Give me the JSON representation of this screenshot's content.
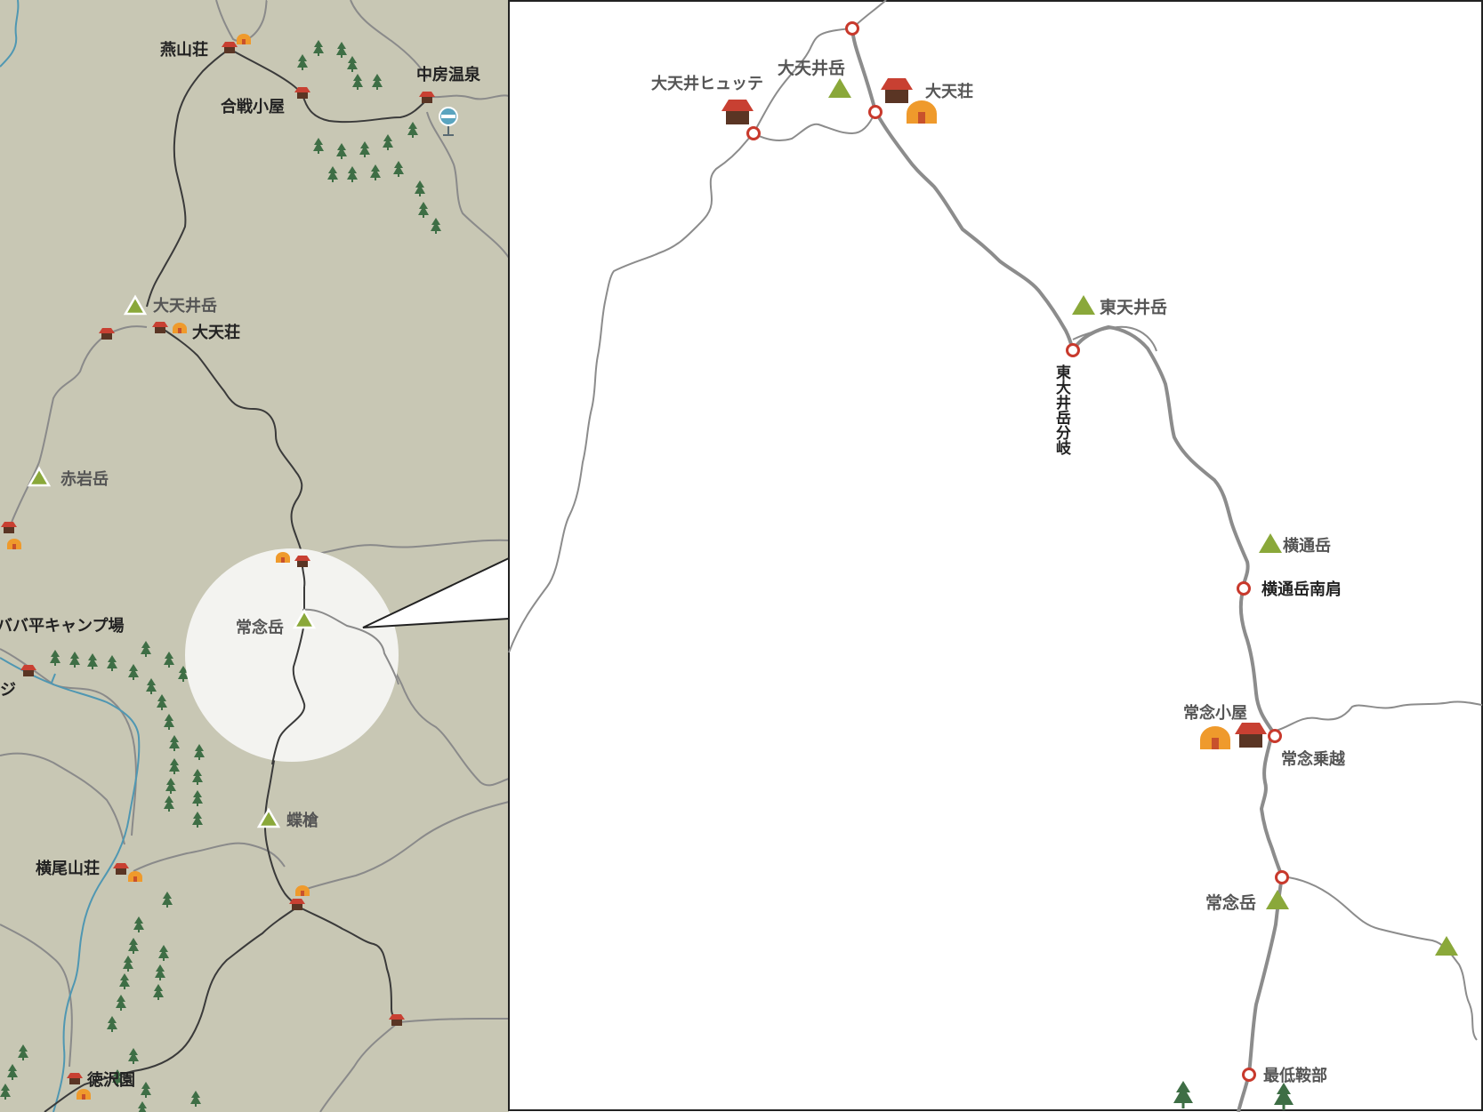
{
  "colors": {
    "terrain": "#c8c7b4",
    "river": "#4f97b2",
    "trail_major": "#3a3a3a",
    "trail_minor": "#8a8a8a",
    "detail_route": "#8c8c8c",
    "hut_roof": "#c84032",
    "hut_body": "#5a3524",
    "tent": "#ef9a2c",
    "peak": "#8aa83a",
    "waypoint": "#c8392c",
    "tree": "#3e6e45",
    "bus": "#5aa4bf"
  },
  "overview": {
    "labels": {
      "tsubakuro_sanso": "燕山荘",
      "kassen_goya": "合戦小屋",
      "nakabusa_onsen": "中房温泉",
      "otenjodake": "大天井岳",
      "otenso": "大天荘",
      "akaiwadake": "赤岩岳",
      "babadaira": "ババ平キャンプ場",
      "ji": "ジ",
      "jonendake": "常念岳",
      "chouyari": "蝶槍",
      "yokoo_sanso": "横尾山荘",
      "tokusawaen": "徳沢園"
    }
  },
  "detail": {
    "labels": {
      "otenjo_hutte": "大天井ヒュッテ",
      "otenjodake": "大天井岳",
      "otenso": "大天荘",
      "higashi_otenjodake": "東天井岳",
      "higashi_otenjo_junction": "東大井岳分岐",
      "yokotoshi_dake": "横通岳",
      "yokotoshi_south_shoulder": "横通岳南肩",
      "jonen_goya": "常念小屋",
      "jonen_norikoshi": "常念乗越",
      "jonendake": "常念岳",
      "saitei_anbu": "最低鞍部"
    }
  }
}
